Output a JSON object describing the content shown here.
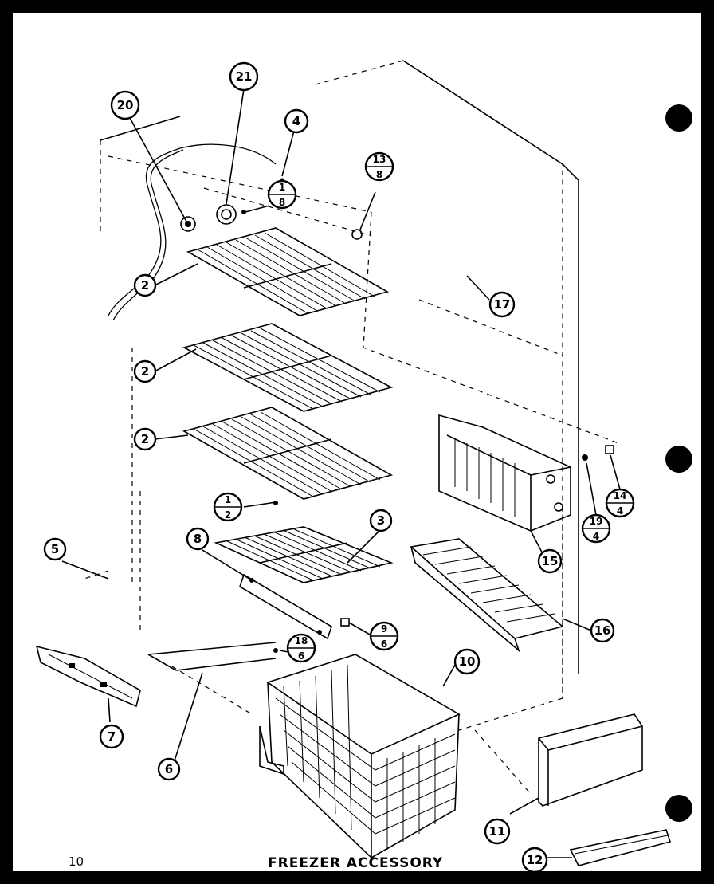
{
  "page_number": "10",
  "caption": "FREEZER ACCESSORY",
  "callouts": {
    "c20": "20",
    "c21": "21",
    "c4": "4",
    "c1_8": {
      "top": "1",
      "bottom": "8"
    },
    "c13_8": {
      "top": "13",
      "bottom": "8"
    },
    "c17": "17",
    "c2a": "2",
    "c2b": "2",
    "c2c": "2",
    "c1_2": {
      "top": "1",
      "bottom": "2"
    },
    "c3": "3",
    "c14_4": {
      "top": "14",
      "bottom": "4"
    },
    "c19_4": {
      "top": "19",
      "bottom": "4"
    },
    "c15": "15",
    "c16": "16",
    "c5": "5",
    "c8": "8",
    "c9_6": {
      "top": "9",
      "bottom": "6"
    },
    "c18_6": {
      "top": "18",
      "bottom": "6"
    },
    "c10": "10",
    "c7": "7",
    "c6": "6",
    "c11": "11",
    "c12": "12"
  }
}
